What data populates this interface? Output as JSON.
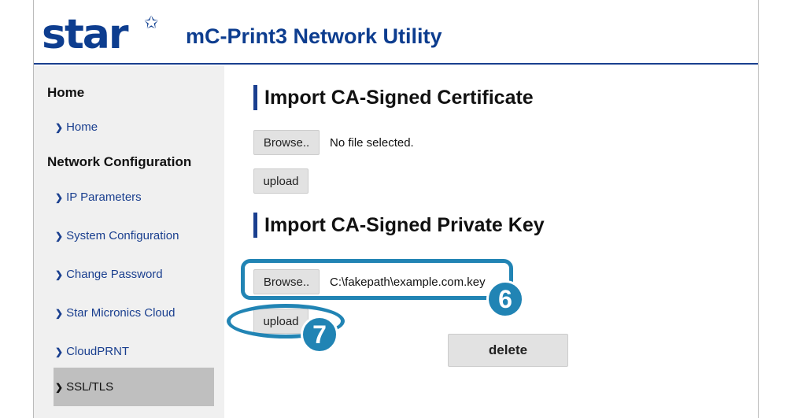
{
  "header": {
    "logo": "star",
    "title": "mC-Print3 Network Utility"
  },
  "sidebar": {
    "sections": [
      "Home",
      "Network Configuration"
    ],
    "items": [
      {
        "label": "Home"
      },
      {
        "label": "IP Parameters"
      },
      {
        "label": "System Configuration"
      },
      {
        "label": "Change Password"
      },
      {
        "label": "Star Micronics Cloud"
      },
      {
        "label": "CloudPRNT"
      },
      {
        "label": "SSL/TLS"
      }
    ]
  },
  "main": {
    "cert": {
      "title": "Import CA-Signed Certificate",
      "browse": "Browse..",
      "file": "No file selected.",
      "upload": "upload"
    },
    "key": {
      "title": "Import CA-Signed Private Key",
      "browse": "Browse..",
      "file": "C:\\fakepath\\example.com.key",
      "upload": "upload"
    },
    "delete": "delete"
  },
  "annotations": {
    "step6": "6",
    "step7": "7",
    "color": "#2184b4"
  }
}
